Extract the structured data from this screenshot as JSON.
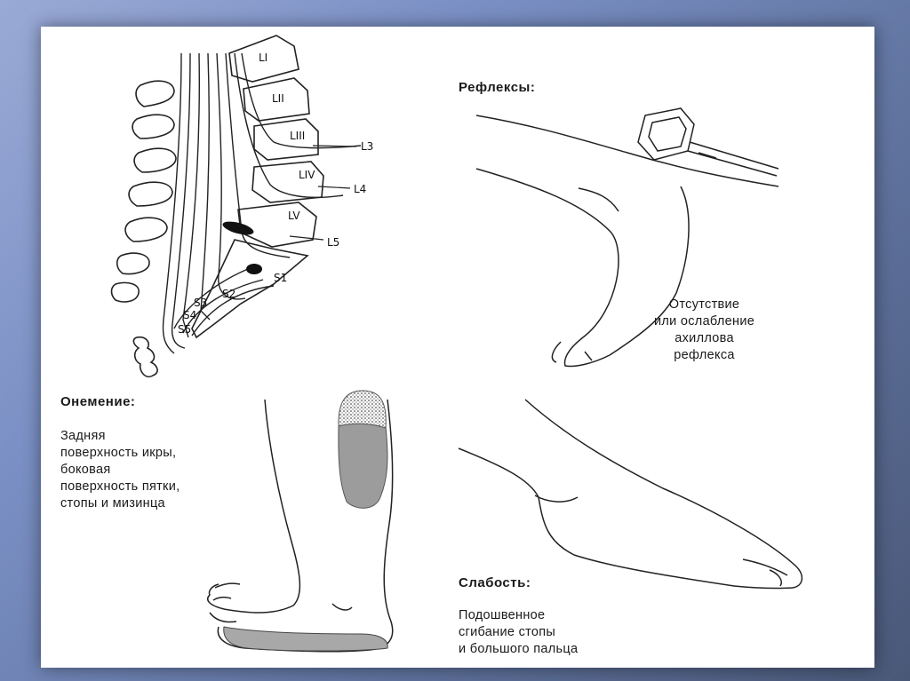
{
  "reflexes": {
    "heading": "Рефлексы:",
    "caption": [
      "Отсутствие",
      "или ослабление",
      "ахиллова",
      "рефлекса"
    ]
  },
  "numbness": {
    "heading": "Онемение:",
    "caption": [
      "Задняя",
      "поверхность икры,",
      "боковая",
      "поверхность пятки,",
      "стопы и мизинца"
    ]
  },
  "weakness": {
    "heading": "Слабость:",
    "caption": [
      "Подошвенное",
      "сгибание стопы",
      "и большого пальца"
    ]
  },
  "spine_labels": {
    "vertebrae": [
      "LI",
      "LII",
      "LIII",
      "LIV",
      "LV"
    ],
    "roots": [
      "L3",
      "L4",
      "L5",
      "S1",
      "S2",
      "S3",
      "S4",
      "S5"
    ]
  }
}
